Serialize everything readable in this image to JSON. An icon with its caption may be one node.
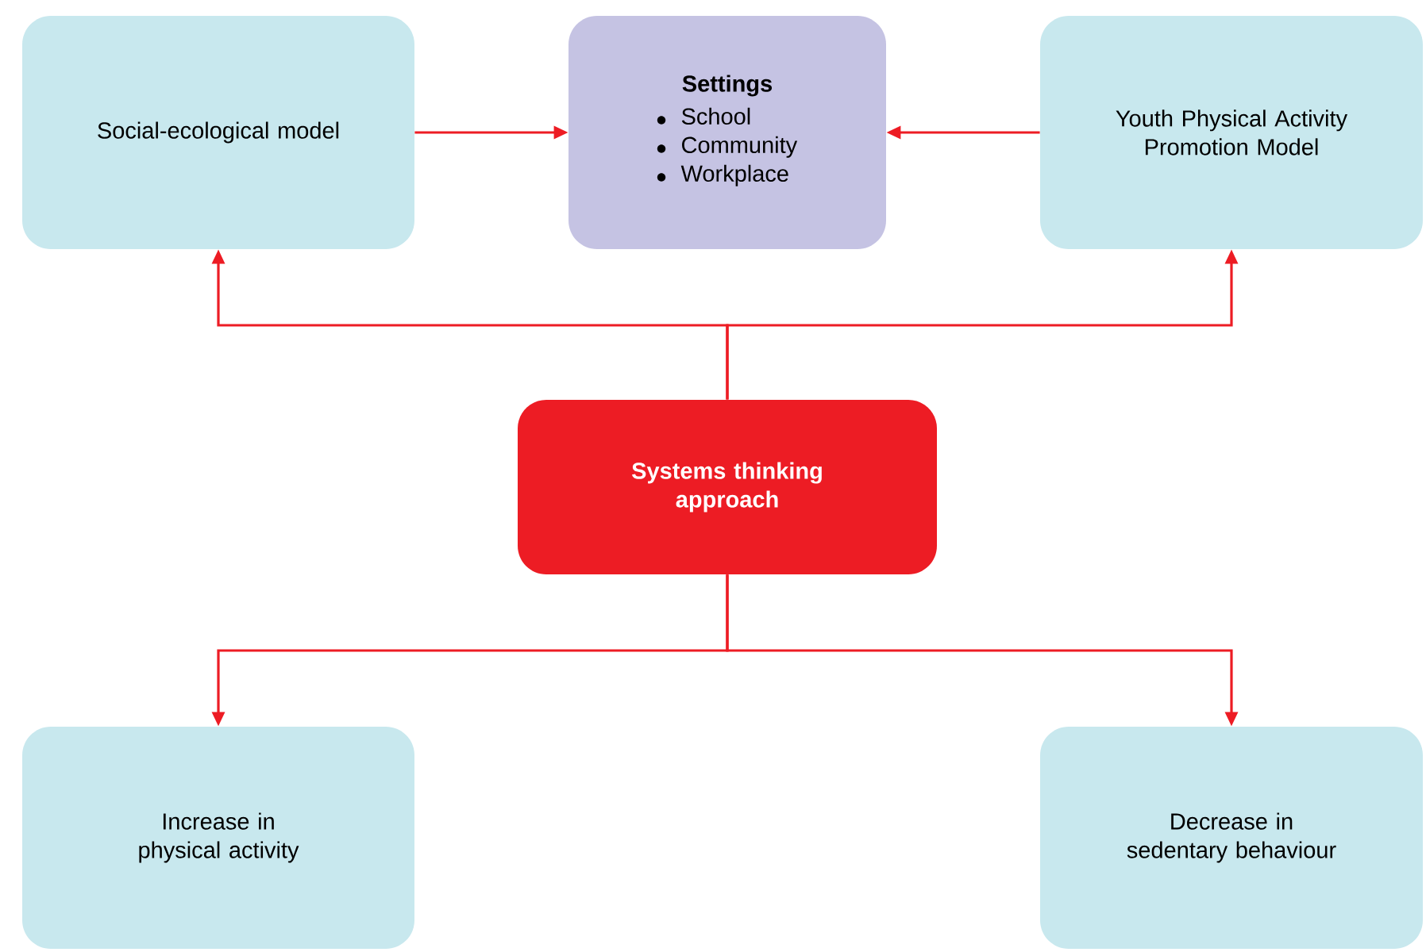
{
  "diagram": {
    "nodes": [
      {
        "text": [
          "Social-ecological model"
        ]
      },
      {
        "text": [
          "Settings",
          "School",
          "Community",
          "Workplace"
        ]
      },
      {
        "text": [
          "Youth Physical Activity Promotion Model"
        ]
      },
      {
        "text": [
          "Systems thinking approach"
        ]
      },
      {
        "text": [
          "Increase in physical activity"
        ]
      },
      {
        "text": [
          "Decrease in sedentary behaviour"
        ]
      }
    ],
    "edges": [
      {
        "from": 0,
        "to": 1,
        "arrow": "to"
      },
      {
        "from": 2,
        "to": 1,
        "arrow": "to"
      },
      {
        "from": 3,
        "to": 0,
        "arrow": "to"
      },
      {
        "from": 3,
        "to": 2,
        "arrow": "to"
      },
      {
        "from": 3,
        "to": 4,
        "arrow": "to"
      },
      {
        "from": 3,
        "to": 5,
        "arrow": "to"
      }
    ]
  }
}
